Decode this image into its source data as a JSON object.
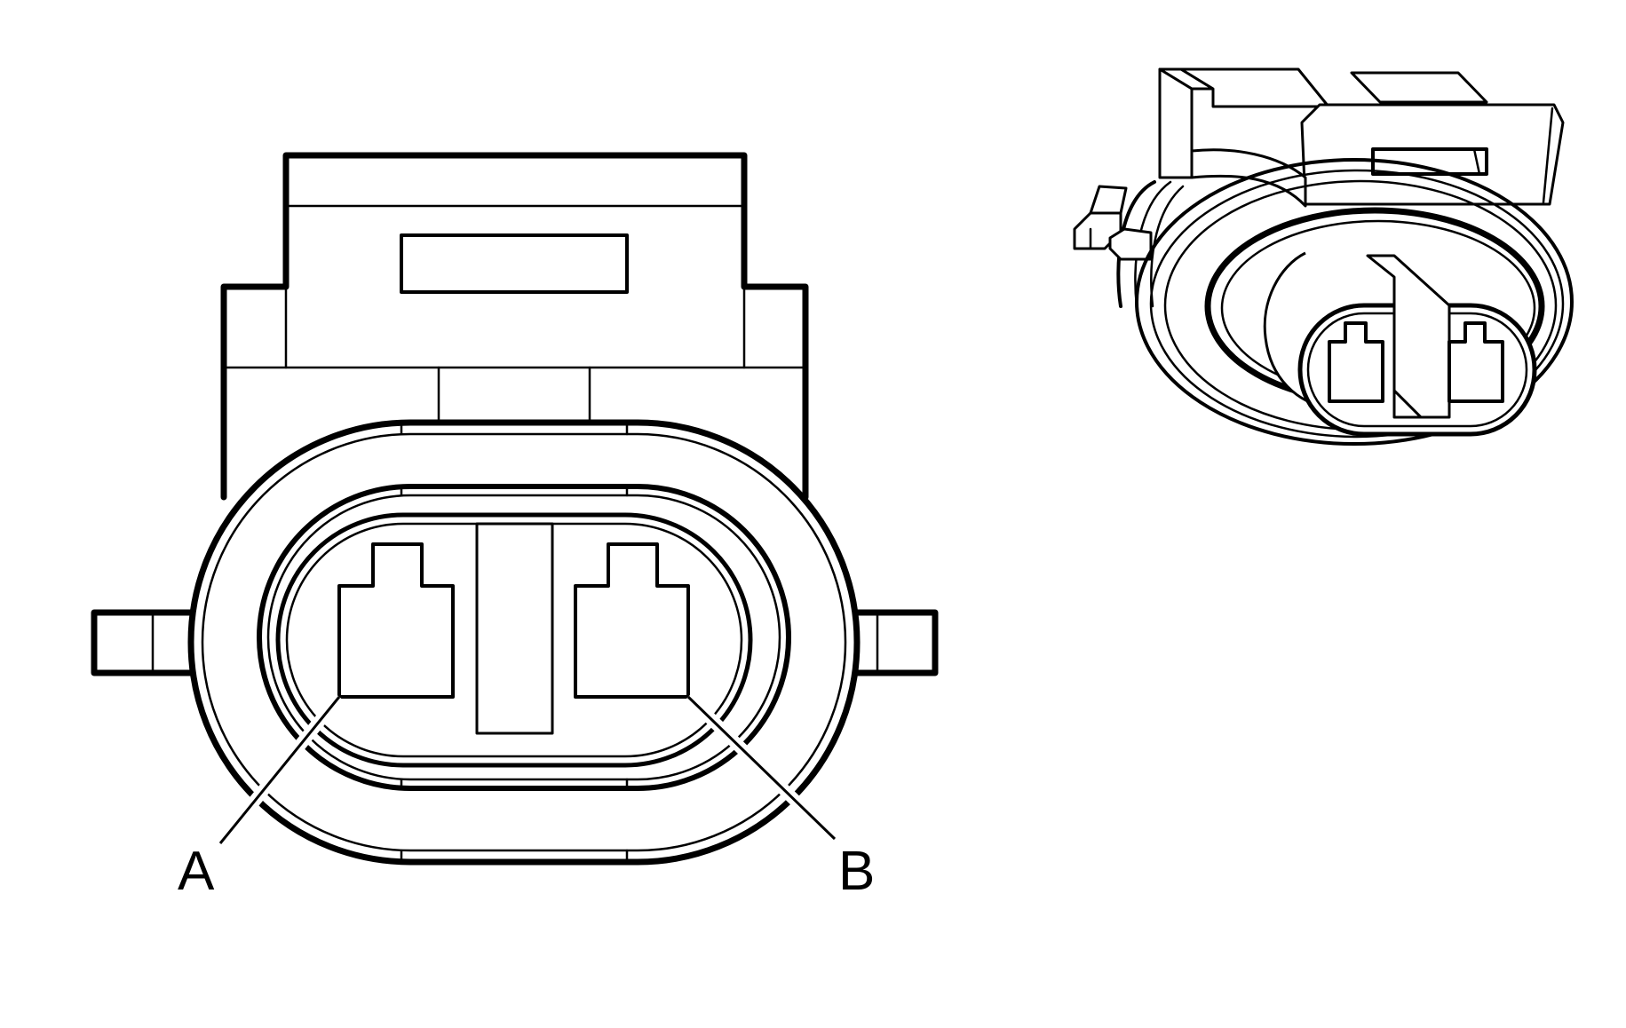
{
  "pins": [
    {
      "id": "A",
      "label": "A"
    },
    {
      "id": "B",
      "label": "B"
    }
  ]
}
